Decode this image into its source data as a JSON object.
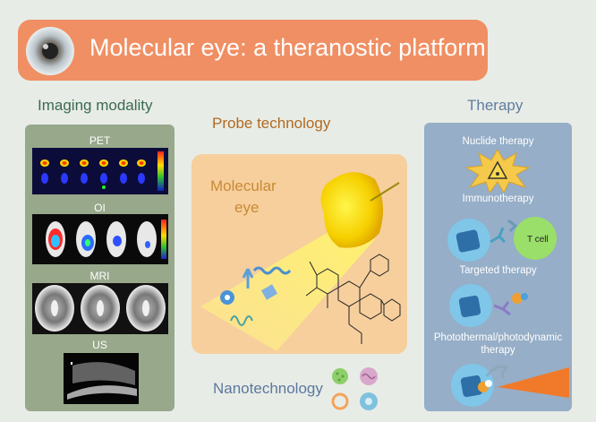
{
  "title": "Molecular eye: a theranostic platform",
  "sections": {
    "imaging": "Imaging modality",
    "probe": "Probe technology",
    "therapy": "Therapy",
    "nano": "Nanotechnology"
  },
  "imaging_modalities": [
    "PET",
    "OI",
    "MRI",
    "US"
  ],
  "probe_center": {
    "line1": "Molecular",
    "line2": "eye"
  },
  "therapies": [
    "Nuclide therapy",
    "Immunotherapy",
    "Targeted therapy",
    "Photothermal/photodynamic",
    "therapy"
  ],
  "cell_label": "T cell",
  "colors": {
    "banner": "#f08f63",
    "imaging_panel": "#98a88b",
    "probe_panel": "#f6cf9d",
    "therapy_panel": "#96aec7"
  }
}
